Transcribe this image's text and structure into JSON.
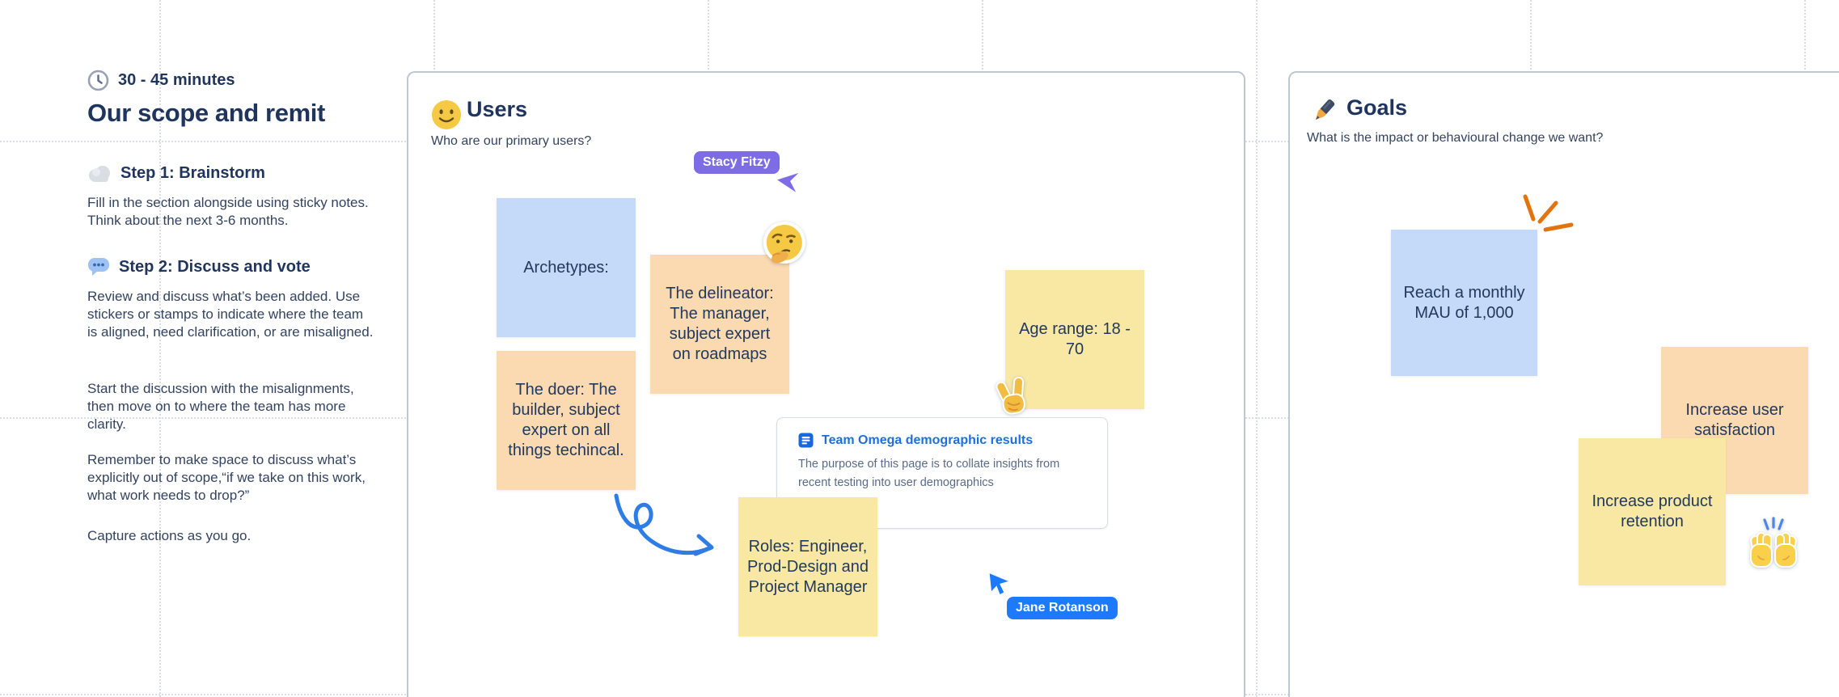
{
  "instructions": {
    "duration": "30 - 45 minutes",
    "title": "Our scope and remit",
    "step1_heading": "Step 1: Brainstorm",
    "step1_body": "Fill in the section alongside using sticky notes. Think about the next 3-6 months.",
    "step2_heading": "Step 2: Discuss and vote",
    "step2_body": "Review and discuss what’s been added. Use stickers or stamps to indicate where the team is aligned, need clarification, or are misaligned.",
    "paragraphs": [
      "Start the discussion with the misalignments, then move on to where the team has more clarity.",
      "Remember to make space to discuss what’s explicitly out of scope,“if we take on this work, what work needs to drop?”",
      "Capture actions as you go."
    ]
  },
  "users_frame": {
    "title": "Users",
    "subtitle": "Who are our primary users?",
    "stickies": {
      "archetypes": "Archetypes:",
      "delineator": "The delineator: The manager, subject expert on roadmaps",
      "doer": "The doer: The builder, subject expert on all things techincal.",
      "age_range": "Age range: 18 - 70",
      "roles": "Roles: Engineer, Prod-Design and Project Manager"
    },
    "card": {
      "title": "Team Omega demographic results",
      "body": "The purpose of this page is to collate insights from recent testing into user demographics"
    }
  },
  "goals_frame": {
    "title": "Goals",
    "subtitle": "What is the impact or behavioural change we want?",
    "stickies": {
      "mau": "Reach a monthly MAU of 1,000",
      "satisfaction": "Increase user satisfaction",
      "retention": "Increase product retention"
    }
  },
  "cursors": {
    "stacy": {
      "name": "Stacy Fitzy",
      "color": "#7E6CE6"
    },
    "jane": {
      "name": "Jane Rotanson",
      "color": "#1D7AFC"
    }
  },
  "icons": {
    "duration": "clock-icon",
    "step1": "cloud-icon",
    "step2": "speech-bubble-icon",
    "users_frame": "slightly-smiling-face-emoji",
    "goals_frame": "pen-emoji",
    "delineator_sticker": "thinking-face-emoji",
    "age_sticker": "victory-hand-emoji",
    "retention_sticker": "raising-hands-emoji",
    "card": "document-icon",
    "doodles": [
      "blue-loop-arrow",
      "orange-spark"
    ]
  },
  "colors": {
    "sticky_blue": "#C5DAF9",
    "sticky_orange": "#FBD9B1",
    "sticky_yellow": "#F9E8A4",
    "link_blue": "#1D6FE0",
    "doodle_blue": "#2E7CE5",
    "doodle_orange": "#E2740F",
    "text_navy": "#1F355E",
    "frame_border": "#BFC7D3"
  }
}
